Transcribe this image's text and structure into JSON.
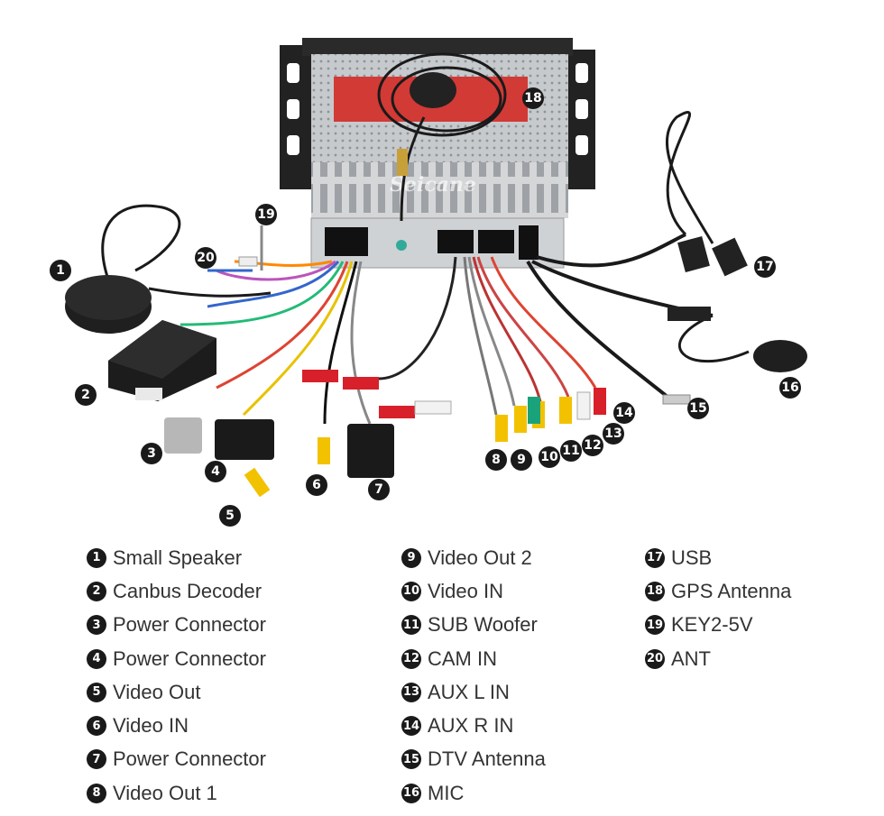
{
  "watermark": "Seicane",
  "callouts": [
    {
      "num": "1"
    },
    {
      "num": "2"
    },
    {
      "num": "3"
    },
    {
      "num": "4"
    },
    {
      "num": "5"
    },
    {
      "num": "6"
    },
    {
      "num": "7"
    },
    {
      "num": "8"
    },
    {
      "num": "9"
    },
    {
      "num": "10"
    },
    {
      "num": "11"
    },
    {
      "num": "12"
    },
    {
      "num": "13"
    },
    {
      "num": "14"
    },
    {
      "num": "15"
    },
    {
      "num": "16"
    },
    {
      "num": "17"
    },
    {
      "num": "18"
    },
    {
      "num": "19"
    },
    {
      "num": "20"
    }
  ],
  "legend": [
    [
      {
        "num": "1",
        "label": "Small Speaker"
      },
      {
        "num": "2",
        "label": "Canbus Decoder"
      },
      {
        "num": "3",
        "label": "Power Connector"
      },
      {
        "num": "4",
        "label": "Power Connector"
      },
      {
        "num": "5",
        "label": "Video Out"
      },
      {
        "num": "6",
        "label": "Video IN"
      },
      {
        "num": "7",
        "label": "Power Connector"
      },
      {
        "num": "8",
        "label": "Video Out 1"
      }
    ],
    [
      {
        "num": "9",
        "label": "Video Out 2"
      },
      {
        "num": "10",
        "label": "Video IN"
      },
      {
        "num": "11",
        "label": "SUB Woofer"
      },
      {
        "num": "12",
        "label": "CAM IN"
      },
      {
        "num": "13",
        "label": "AUX L IN"
      },
      {
        "num": "14",
        "label": "AUX R IN"
      },
      {
        "num": "15",
        "label": "DTV Antenna"
      },
      {
        "num": "16",
        "label": "MIC"
      }
    ],
    [
      {
        "num": "17",
        "label": "USB"
      },
      {
        "num": "18",
        "label": "GPS Antenna"
      },
      {
        "num": "19",
        "label": "KEY2-5V"
      },
      {
        "num": "20",
        "label": "ANT"
      }
    ]
  ],
  "colors": {
    "callout_bg": "#1a1a1a",
    "chassis": "#c9ccd0",
    "bracket": "#222222",
    "rca_red": "#d8202a",
    "rca_yellow": "#f2c200",
    "rca_white": "#f2f2f2",
    "rca_green": "#1aa37a",
    "gold": "#c8a03a"
  }
}
